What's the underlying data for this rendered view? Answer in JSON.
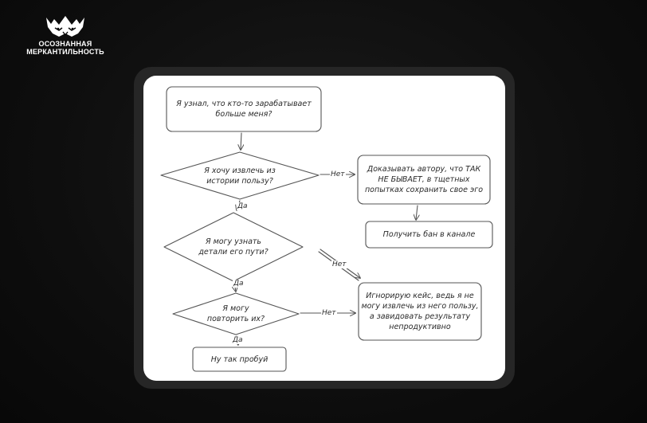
{
  "brand": {
    "logo_icon": "wolf-heads-crown-icon",
    "line1": "ОСОЗНАННАЯ",
    "line2": "МЕРКАНТИЛЬНОСТЬ"
  },
  "flowchart": {
    "nodes": {
      "start": "Я узнал, что кто-то зарабатывает\nбольше меня?",
      "q_benefit": "Я хочу извлечь из\nистории пользу?",
      "prove": "Доказывать автору, что ТАК\nНЕ БЫВАЕТ, в тщетных\nпопытках сохранить свое эго",
      "ban": "Получить бан в канале",
      "q_learn": "Я могу узнать\nдетали его пути?",
      "ignore": "Игнорирую кейс, ведь я не\nмогу извлечь из него пользу,\nа завидовать результату\nнепродуктивно",
      "q_repeat": "Я могу\nповторить их?",
      "try": "Ну так пробуй"
    },
    "labels": {
      "no1": "Нет",
      "yes1": "Да",
      "no2": "Нет",
      "yes2": "Да",
      "no3": "Нет",
      "yes3": "Да"
    },
    "colors": {
      "stroke": "#555555",
      "text": "#2a2a2a",
      "card": "#ffffff"
    }
  }
}
